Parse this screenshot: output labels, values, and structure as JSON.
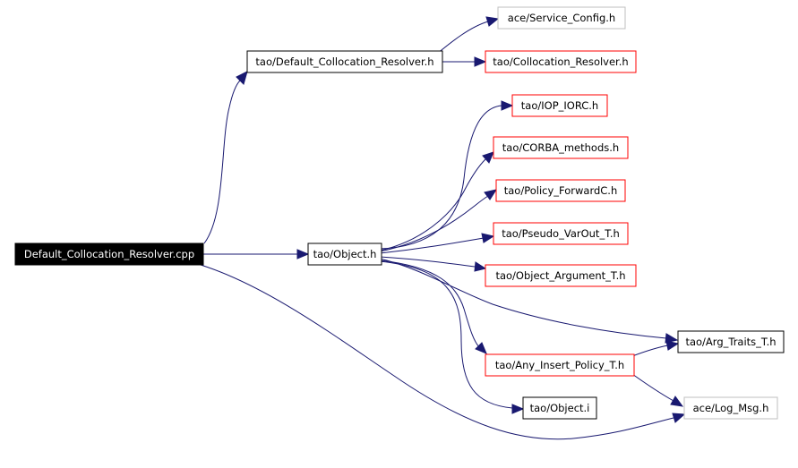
{
  "colors": {
    "edge": "#191970",
    "root_fill": "#000000",
    "root_text": "#ffffff",
    "node_border_black": "#000000",
    "node_border_red": "#ff0000",
    "node_border_gray": "#bfbfbf",
    "node_text": "#000000"
  },
  "nodes": {
    "root": "Default_Collocation_Resolver.cpp",
    "default_collocation_resolver_h": "tao/Default_Collocation_Resolver.h",
    "service_config_h": "ace/Service_Config.h",
    "collocation_resolver_h": "tao/Collocation_Resolver.h",
    "object_h": "tao/Object.h",
    "iop_iorc_h": "tao/IOP_IORC.h",
    "corba_methods_h": "tao/CORBA_methods.h",
    "policy_forwardc_h": "tao/Policy_ForwardC.h",
    "pseudo_varout_t_h": "tao/Pseudo_VarOut_T.h",
    "object_argument_t_h": "tao/Object_Argument_T.h",
    "arg_traits_t_h": "tao/Arg_Traits_T.h",
    "any_insert_policy_t_h": "tao/Any_Insert_Policy_T.h",
    "object_i": "tao/Object.i",
    "log_msg_h": "ace/Log_Msg.h"
  }
}
